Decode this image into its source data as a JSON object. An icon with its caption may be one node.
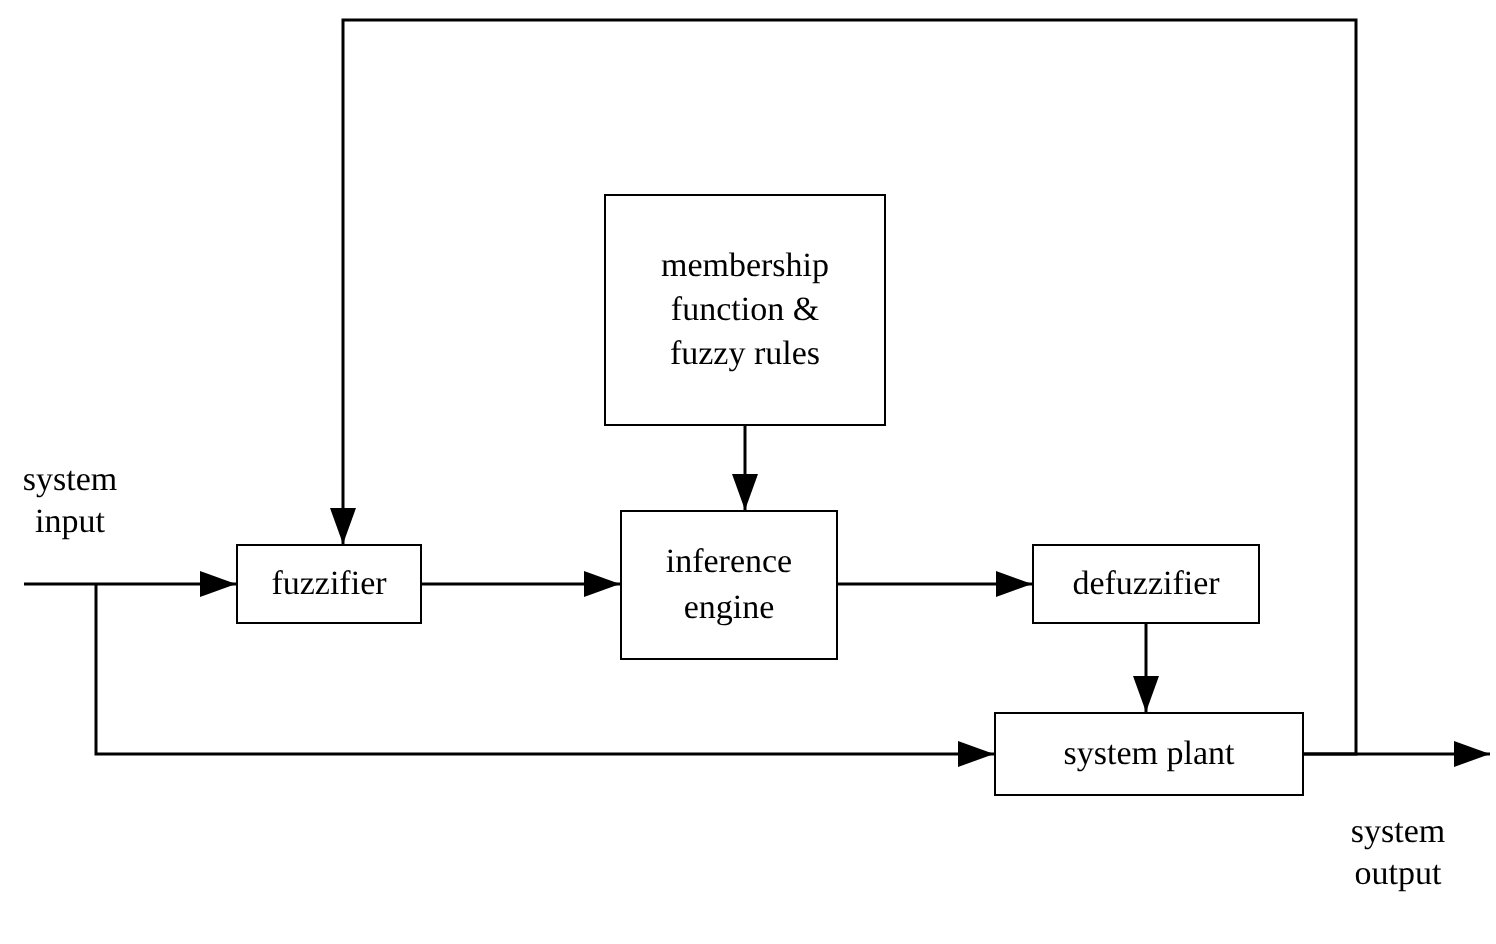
{
  "diagram": {
    "nodes": [
      {
        "text": [
          "system input"
        ]
      },
      {
        "text": [
          "fuzzifier"
        ]
      },
      {
        "text": [
          "membership function & fuzzy rules"
        ]
      },
      {
        "text": [
          "inference engine"
        ]
      },
      {
        "text": [
          "defuzzifier"
        ]
      },
      {
        "text": [
          "system plant"
        ]
      },
      {
        "text": [
          "system output"
        ]
      }
    ],
    "edges": [
      {
        "from": 0,
        "to": 1,
        "arrow": "to"
      },
      {
        "from": 0,
        "to": 5,
        "arrow": "to"
      },
      {
        "from": 1,
        "to": 3,
        "arrow": "to"
      },
      {
        "from": 2,
        "to": 3,
        "arrow": "to"
      },
      {
        "from": 3,
        "to": 4,
        "arrow": "to"
      },
      {
        "from": 4,
        "to": 5,
        "arrow": "to"
      },
      {
        "from": 5,
        "to": 6,
        "arrow": "to"
      },
      {
        "from": 5,
        "to": 1,
        "arrow": "to"
      }
    ]
  }
}
